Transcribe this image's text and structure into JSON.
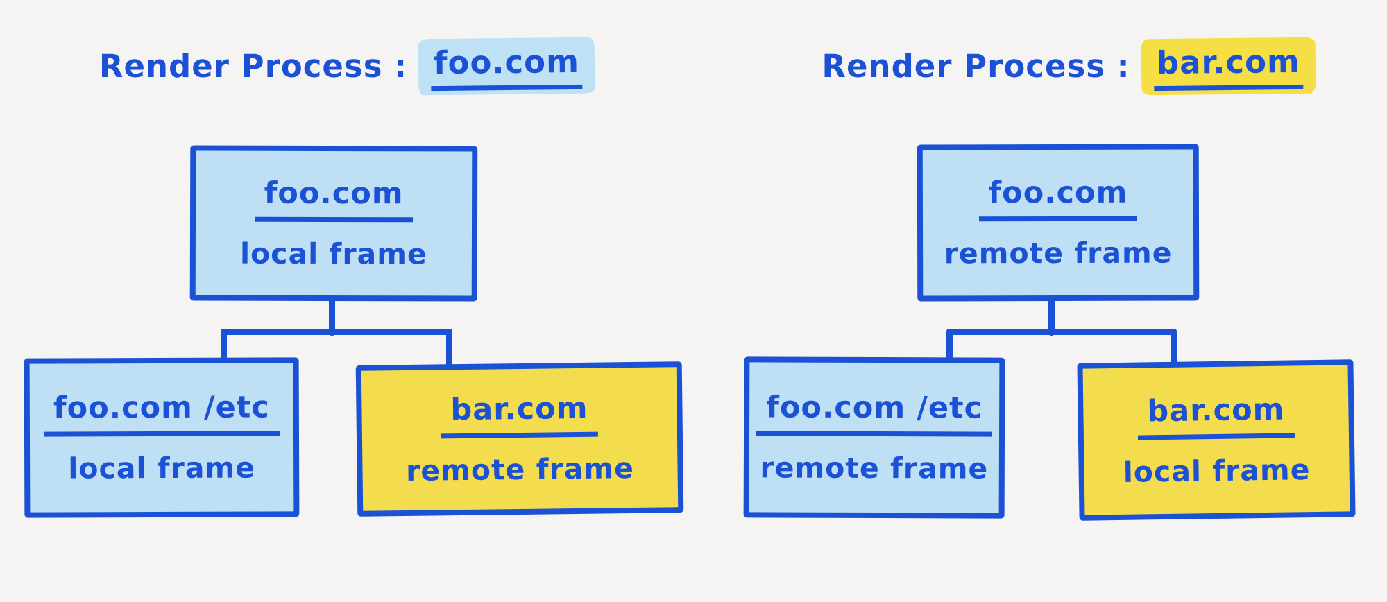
{
  "colors": {
    "background": "#f5f4f2",
    "ink_blue": "#1b52d5",
    "fill_blue": "#bedff4",
    "fill_yellow": "#f3dd4f",
    "highlight_blue": "#bfe1f6",
    "highlight_yellow": "#f5df45"
  },
  "panels": [
    {
      "title_prefix": "Render Process :",
      "title_domain": "foo.com",
      "title_highlight": "blue",
      "root": {
        "domain": "foo.com",
        "frame_type": "local frame",
        "fill": "blue"
      },
      "children": [
        {
          "domain": "foo.com /etc",
          "frame_type": "local frame",
          "fill": "blue"
        },
        {
          "domain": "bar.com",
          "frame_type": "remote frame",
          "fill": "yellow"
        }
      ]
    },
    {
      "title_prefix": "Render Process :",
      "title_domain": "bar.com",
      "title_highlight": "yellow",
      "root": {
        "domain": "foo.com",
        "frame_type": "remote frame",
        "fill": "blue"
      },
      "children": [
        {
          "domain": "foo.com /etc",
          "frame_type": "remote frame",
          "fill": "blue"
        },
        {
          "domain": "bar.com",
          "frame_type": "local frame",
          "fill": "yellow"
        }
      ]
    }
  ]
}
